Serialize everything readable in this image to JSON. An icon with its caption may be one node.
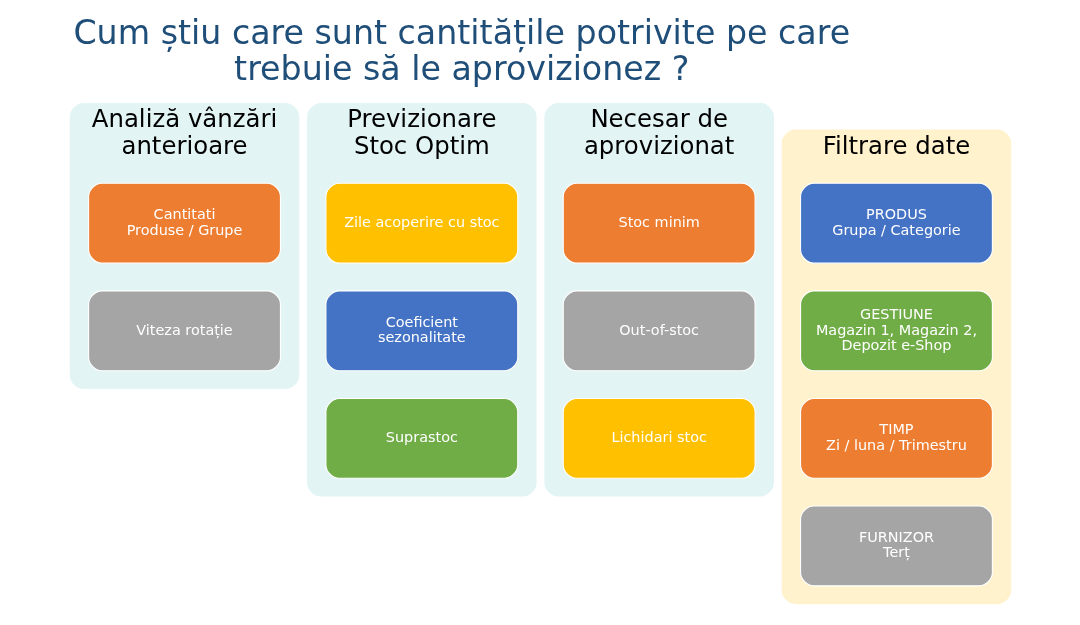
{
  "diagram": {
    "title": "Cum știu care sunt cantitățile potrivite pe care trebuie să le aprovizionez ?",
    "nodes": [
      {
        "text": [
          "Analiză vânzări anterioare"
        ]
      },
      {
        "text": [
          "Cantitati",
          "Produse / Grupe"
        ],
        "in": 0
      },
      {
        "text": [
          "Viteza rotație"
        ],
        "in": 0
      },
      {
        "text": [
          "Previzionare Stoc Optim"
        ]
      },
      {
        "text": [
          "Zile acoperire cu stoc"
        ],
        "in": 3
      },
      {
        "text": [
          "Coeficient sezonalitate"
        ],
        "in": 3
      },
      {
        "text": [
          "Suprastoc"
        ],
        "in": 3
      },
      {
        "text": [
          "Necesar de aprovizionat"
        ]
      },
      {
        "text": [
          "Stoc minim"
        ],
        "in": 7
      },
      {
        "text": [
          "Out-of-stoc"
        ],
        "in": 7
      },
      {
        "text": [
          "Lichidari stoc"
        ],
        "in": 7
      },
      {
        "text": [
          "Filtrare date"
        ]
      },
      {
        "text": [
          "PRODUS",
          "Grupa / Categorie"
        ],
        "in": 11
      },
      {
        "text": [
          "GESTIUNE",
          "Magazin 1, Magazin 2, Depozit e-Shop"
        ],
        "in": 11
      },
      {
        "text": [
          "TIMP",
          "Zi / luna / Trimestru"
        ],
        "in": 11
      },
      {
        "text": [
          "FURNIZOR",
          "Terț"
        ],
        "in": 11
      }
    ],
    "edges": []
  }
}
